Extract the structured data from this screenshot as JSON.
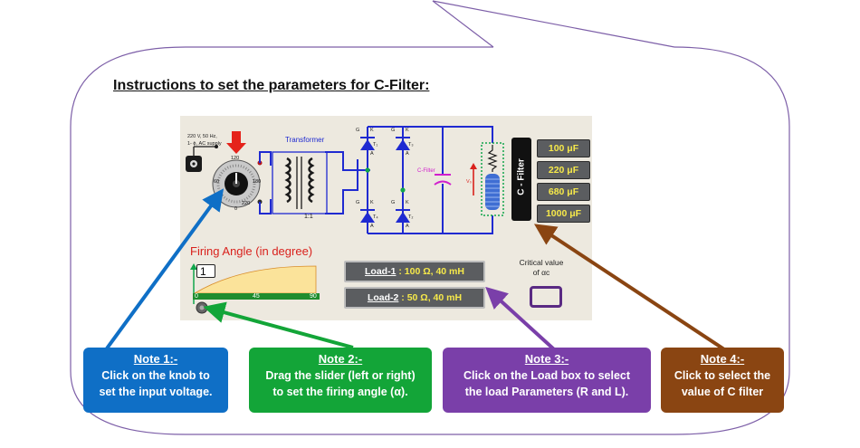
{
  "instructions_title": "Instructions to set the parameters for C-Filter:",
  "circuit": {
    "supply_label_line1": "220 V, 50 Hz,",
    "supply_label_line2": "1- ϕ, AC supply",
    "knob_marks": {
      "top": "120",
      "bottom": "0",
      "left": "60",
      "right": "180",
      "bottom_right": "220"
    },
    "transformer_label": "Transformer",
    "ratio_label": "1:1",
    "cfilter_label": "C-Filter",
    "thyristors": [
      {
        "gate": "G",
        "cathode": "K",
        "name": "T₁",
        "anode": "A"
      },
      {
        "gate": "G",
        "cathode": "K",
        "name": "T₃",
        "anode": "A"
      },
      {
        "gate": "G",
        "cathode": "K",
        "name": "T₄",
        "anode": "A"
      },
      {
        "gate": "G",
        "cathode": "K",
        "name": "T₂",
        "anode": "A"
      }
    ],
    "vo_label": "V₀"
  },
  "filter_panel": {
    "tab_label": "C - Filter",
    "options": [
      "100 μF",
      "220 μF",
      "680 μF",
      "1000 μF"
    ]
  },
  "firing": {
    "title": "Firing Angle (in degree)",
    "value": "1",
    "ticks": [
      "0",
      "45",
      "90"
    ],
    "slider_fraction": 0.011
  },
  "loads": [
    {
      "name": "Load-1",
      "value": " : 100 Ω, 40 mH"
    },
    {
      "name": "Load-2",
      "value": " : 50 Ω, 40 mH"
    }
  ],
  "critical": {
    "line1": "Critical value",
    "line2": "of αc"
  },
  "notes": [
    {
      "title": "Note 1:-",
      "line1": "Click on the knob to",
      "line2": "set the input voltage.",
      "color": "#0f6fc6"
    },
    {
      "title": "Note 2:-",
      "line1": "Drag the slider (left or right)",
      "line2": "to set the firing angle (α).",
      "color": "#13a538"
    },
    {
      "title": "Note 3:-",
      "line1": "Click on the Load box to select",
      "line2": "the load Parameters (R and L).",
      "color": "#7a3fa9"
    },
    {
      "title": "Note 4:-",
      "line1": "Click to select the",
      "line2": "value of C filter",
      "color": "#8a4512"
    }
  ]
}
